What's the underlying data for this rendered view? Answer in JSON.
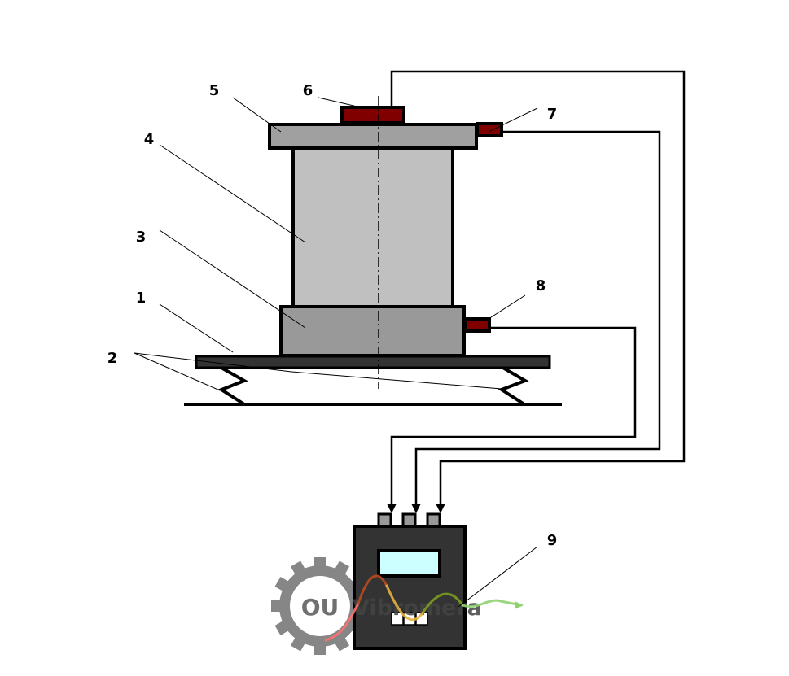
{
  "diagram": {
    "title": "Vibration test stand with sensors and vibrometer",
    "components": [
      {
        "id": "1",
        "label": "1",
        "name": "base-plate"
      },
      {
        "id": "2",
        "label": "2",
        "name": "springs"
      },
      {
        "id": "3",
        "label": "3",
        "name": "lower-block"
      },
      {
        "id": "4",
        "label": "4",
        "name": "cylinder-specimen"
      },
      {
        "id": "5",
        "label": "5",
        "name": "top-plate"
      },
      {
        "id": "6",
        "label": "6",
        "name": "top-sensor"
      },
      {
        "id": "7",
        "label": "7",
        "name": "side-sensor-upper"
      },
      {
        "id": "8",
        "label": "8",
        "name": "side-sensor-lower"
      },
      {
        "id": "9",
        "label": "9",
        "name": "vibrometer-device"
      }
    ],
    "colors": {
      "sensor": "#800000",
      "plate_light": "#a0a0a0",
      "cylinder": "#c0c0c0",
      "block": "#999999",
      "base": "#333333",
      "device_body": "#333333",
      "device_screen": "#ccffff",
      "connector": "#999999"
    }
  },
  "watermark": {
    "gear_text": "OU",
    "brand_text": "Vibromera",
    "gear_color": "#808080",
    "wave_colors": [
      "#ff7070",
      "#b84a20",
      "#e8b040",
      "#7a9a20",
      "#90d070"
    ]
  }
}
